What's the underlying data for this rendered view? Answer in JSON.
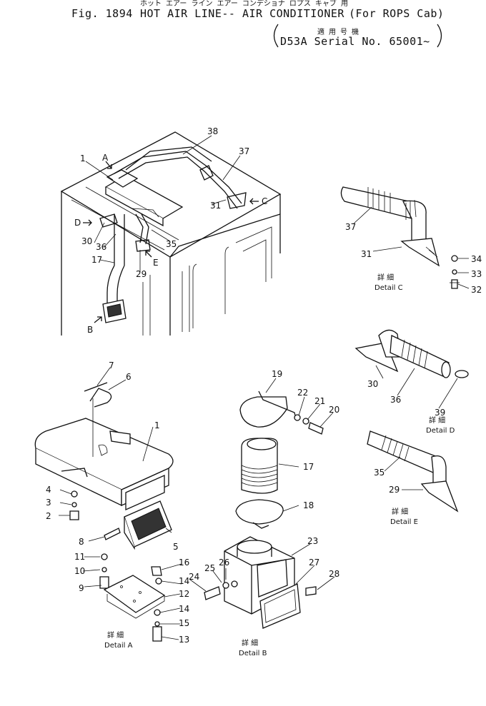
{
  "header": {
    "kana_line": "ホット エアー ライン エアー コンデショナ ロプス キャブ 用",
    "fig_label": "Fig. 1894",
    "title": "HOT AIR LINE-- AIR CONDITIONER",
    "variant": "(For ROPS Cab)",
    "serial_kanji": "適 用 号 機",
    "serial": "D53A Serial No. 65001~"
  },
  "callouts": {
    "c1": "1",
    "c2": "2",
    "c3": "3",
    "c4": "4",
    "c5": "5",
    "c6": "6",
    "c7": "7",
    "c8": "8",
    "c9": "9",
    "c10": "10",
    "c11": "11",
    "c12": "12",
    "c13": "13",
    "c14a": "14",
    "c14b": "14",
    "c15": "15",
    "c16": "16",
    "c17": "17",
    "c17b": "17",
    "c18": "18",
    "c19": "19",
    "c20": "20",
    "c21": "21",
    "c22": "22",
    "c23": "23",
    "c24": "24",
    "c25": "25",
    "c26": "26",
    "c27": "27",
    "c28": "28",
    "c29": "29",
    "c29b": "29",
    "c30": "30",
    "c30b": "30",
    "c31": "31",
    "c31b": "31",
    "c32": "32",
    "c33": "33",
    "c34": "34",
    "c35": "35",
    "c35b": "35",
    "c36": "36",
    "c36b": "36",
    "c37": "37",
    "c37b": "37",
    "c38": "38",
    "c39": "39",
    "c1b": "1"
  },
  "view_letters": {
    "A": "A",
    "B": "B",
    "C": "C",
    "D": "D",
    "E": "E"
  },
  "details": {
    "kanji": "詳 細",
    "A": "Detail A",
    "B": "Detail B",
    "C": "Detail C",
    "D": "Detail D",
    "E": "Detail E"
  }
}
